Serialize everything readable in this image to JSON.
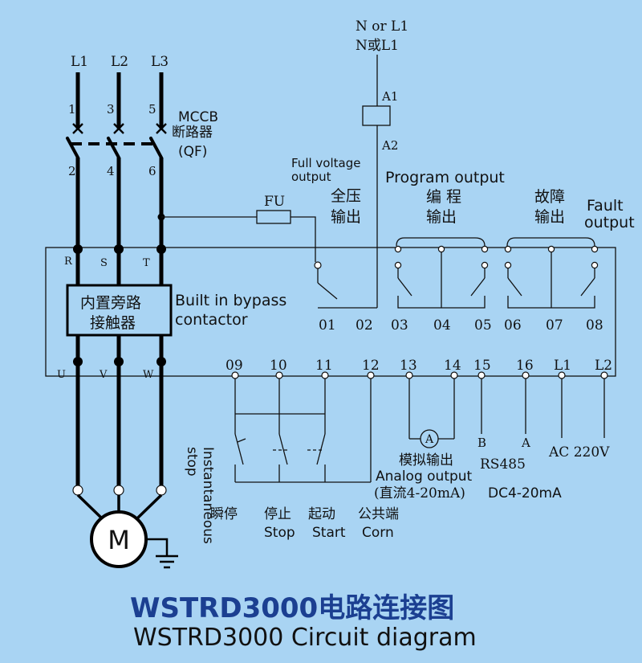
{
  "supply": {
    "phases": [
      "L1",
      "L2",
      "L3"
    ],
    "top_terminals": [
      "1",
      "3",
      "5"
    ],
    "bottom_terminals": [
      "2",
      "4",
      "6"
    ],
    "neutral_label_en": "N or L1",
    "neutral_label_cn": "N或L1"
  },
  "breaker": {
    "name": "MCCB",
    "name_cn": "断路器",
    "tag": "(QF)"
  },
  "coil": {
    "a1": "A1",
    "a2": "A2"
  },
  "fuse": {
    "label": "FU"
  },
  "inputs": {
    "r": "R",
    "s": "S",
    "t": "T"
  },
  "outputs_uvw": {
    "u": "U",
    "v": "V",
    "w": "W"
  },
  "bypass": {
    "cn_line1": "内置旁路",
    "cn_line2": "接触器",
    "en_line1": "Built in bypass",
    "en_line2": "contactor"
  },
  "relays": {
    "full_voltage_en": "Full voltage output",
    "full_voltage_cn_1": "全压",
    "full_voltage_cn_2": "输出",
    "program_en": "Program output",
    "program_cn_1": "编 程",
    "program_cn_2": "输出",
    "fault_en_1": "Fault",
    "fault_en_2": "output",
    "fault_cn_1": "故障",
    "fault_cn_2": "输出"
  },
  "top_terminal_numbers": [
    "01",
    "02",
    "03",
    "04",
    "05",
    "06",
    "07",
    "08"
  ],
  "bottom_terminal_numbers": [
    "09",
    "10",
    "11",
    "12",
    "13",
    "14",
    "15",
    "16",
    "L1",
    "L2"
  ],
  "controls": {
    "instant_stop_en": "Instantaneous stop",
    "instant_stop_cn": "瞬停",
    "stop_cn": "停止",
    "stop_en": "Stop",
    "start_cn": "起动",
    "start_en": "Start",
    "common_cn": "公共端",
    "common_en": "Corn"
  },
  "analog": {
    "meter": "A",
    "label_cn": "模拟输出",
    "label_en": "Analog output",
    "range_cn": "(直流4-20mA)",
    "range_en": "DC4-20mA"
  },
  "rs485": {
    "b": "B",
    "a": "A",
    "label": "RS485"
  },
  "power": {
    "label": "AC 220V"
  },
  "motor": {
    "label": "M"
  },
  "title": {
    "cn": "WSTRD3000电路连接图",
    "en": "WSTRD3000 Circuit  diagram"
  },
  "colors": {
    "background": "#a9d4f3",
    "title": "#1b3f91"
  }
}
